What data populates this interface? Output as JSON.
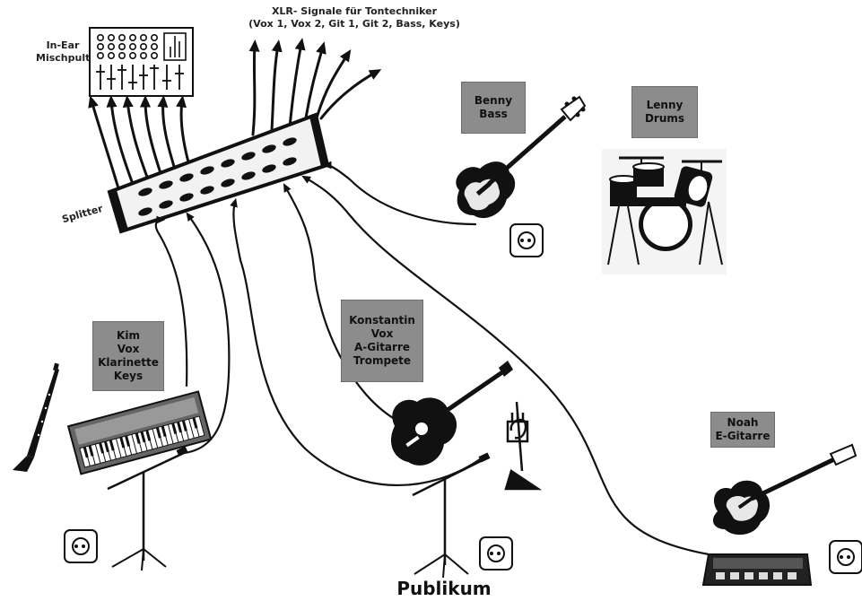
{
  "labels": {
    "in_ear": [
      "In-Ear",
      "Mischpult"
    ],
    "xlr": [
      "XLR- Signale für Tontechniker",
      "(Vox 1, Vox 2, Git 1, Git 2, Bass, Keys)"
    ],
    "splitter": "Splitter",
    "publikum": "Publikum"
  },
  "musicians": {
    "benny": [
      "Benny",
      "Bass"
    ],
    "lenny": [
      "Lenny",
      "Drums"
    ],
    "kim": [
      "Kim",
      "Vox",
      "Klarinette",
      "Keys"
    ],
    "konstantin": [
      "Konstantin",
      "Vox",
      "A-Gitarre",
      "Trompete"
    ],
    "noah": [
      "Noah",
      "E-Gitarre"
    ]
  },
  "colors": {
    "box_fill": "#8c8c8c",
    "ink": "#111111",
    "splitter_fill": "#f2f2f2"
  },
  "icons": [
    "mixer-icon",
    "splitter-icon",
    "bass-guitar-icon",
    "drum-kit-icon",
    "keyboard-icon",
    "clarinet-icon",
    "microphone-stand-icon",
    "acoustic-guitar-icon",
    "trumpet-icon",
    "electric-guitar-icon",
    "pedalboard-icon",
    "power-socket-icon"
  ]
}
